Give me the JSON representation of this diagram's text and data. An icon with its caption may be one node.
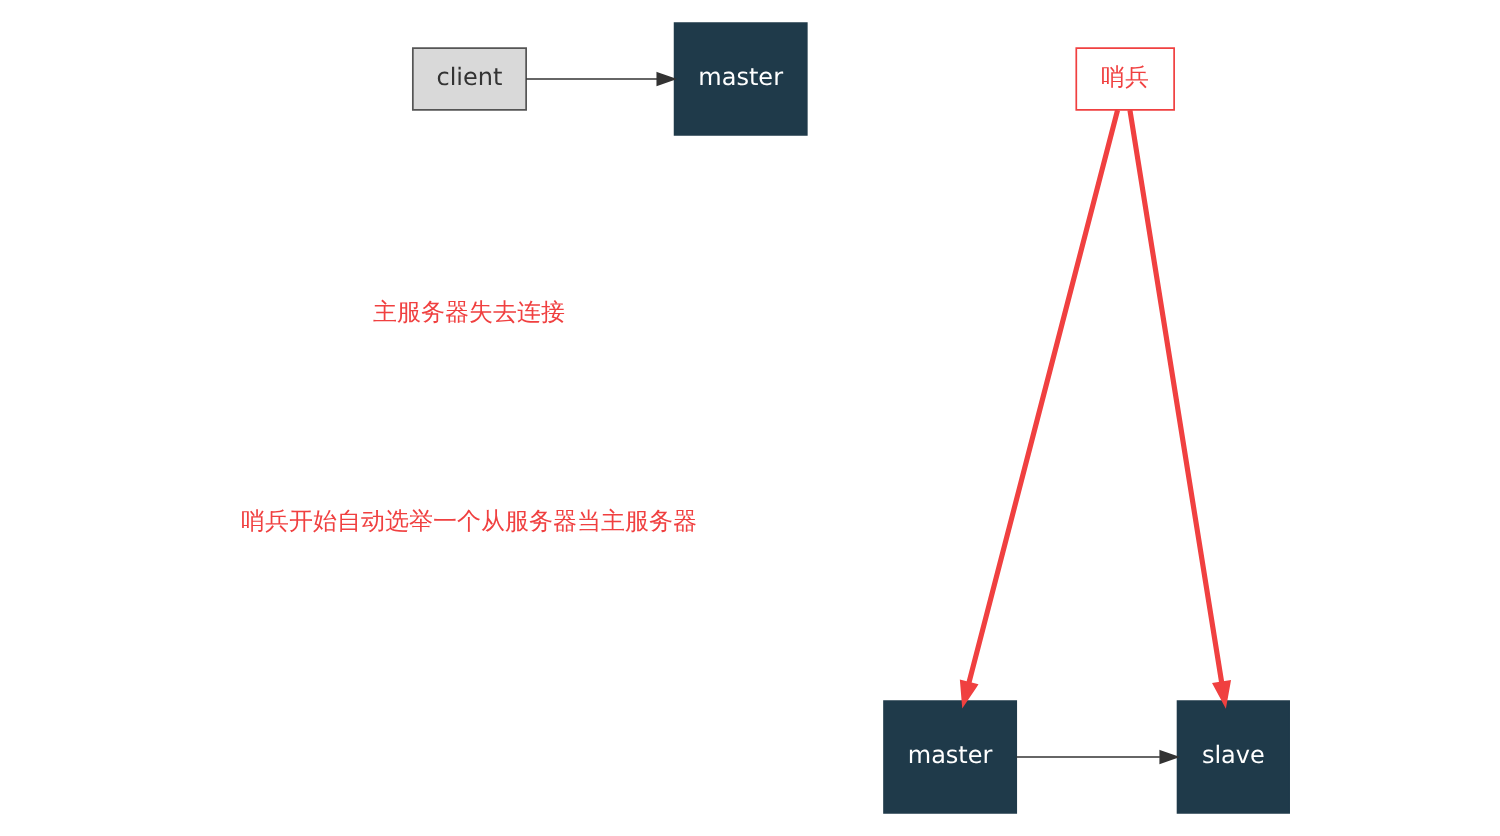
{
  "diagram": {
    "nodes": [
      {
        "text": [
          "client"
        ]
      },
      {
        "text": [
          "master"
        ]
      },
      {
        "text": [
          "哨兵"
        ]
      },
      {
        "text": [
          "master"
        ]
      },
      {
        "text": [
          "slave"
        ]
      }
    ],
    "edges": [
      {
        "from": 0,
        "to": 1,
        "arrow": "to"
      },
      {
        "from": 2,
        "to": 3,
        "arrow": "to",
        "style": "thick",
        "color": "#f04040"
      },
      {
        "from": 2,
        "to": 4,
        "arrow": "to",
        "style": "thick",
        "color": "#f04040"
      },
      {
        "from": 3,
        "to": 4,
        "arrow": "to"
      }
    ],
    "labels": [
      "主服务器失去连接",
      "哨兵开始自动选举一个从服务器当主服务器"
    ]
  }
}
